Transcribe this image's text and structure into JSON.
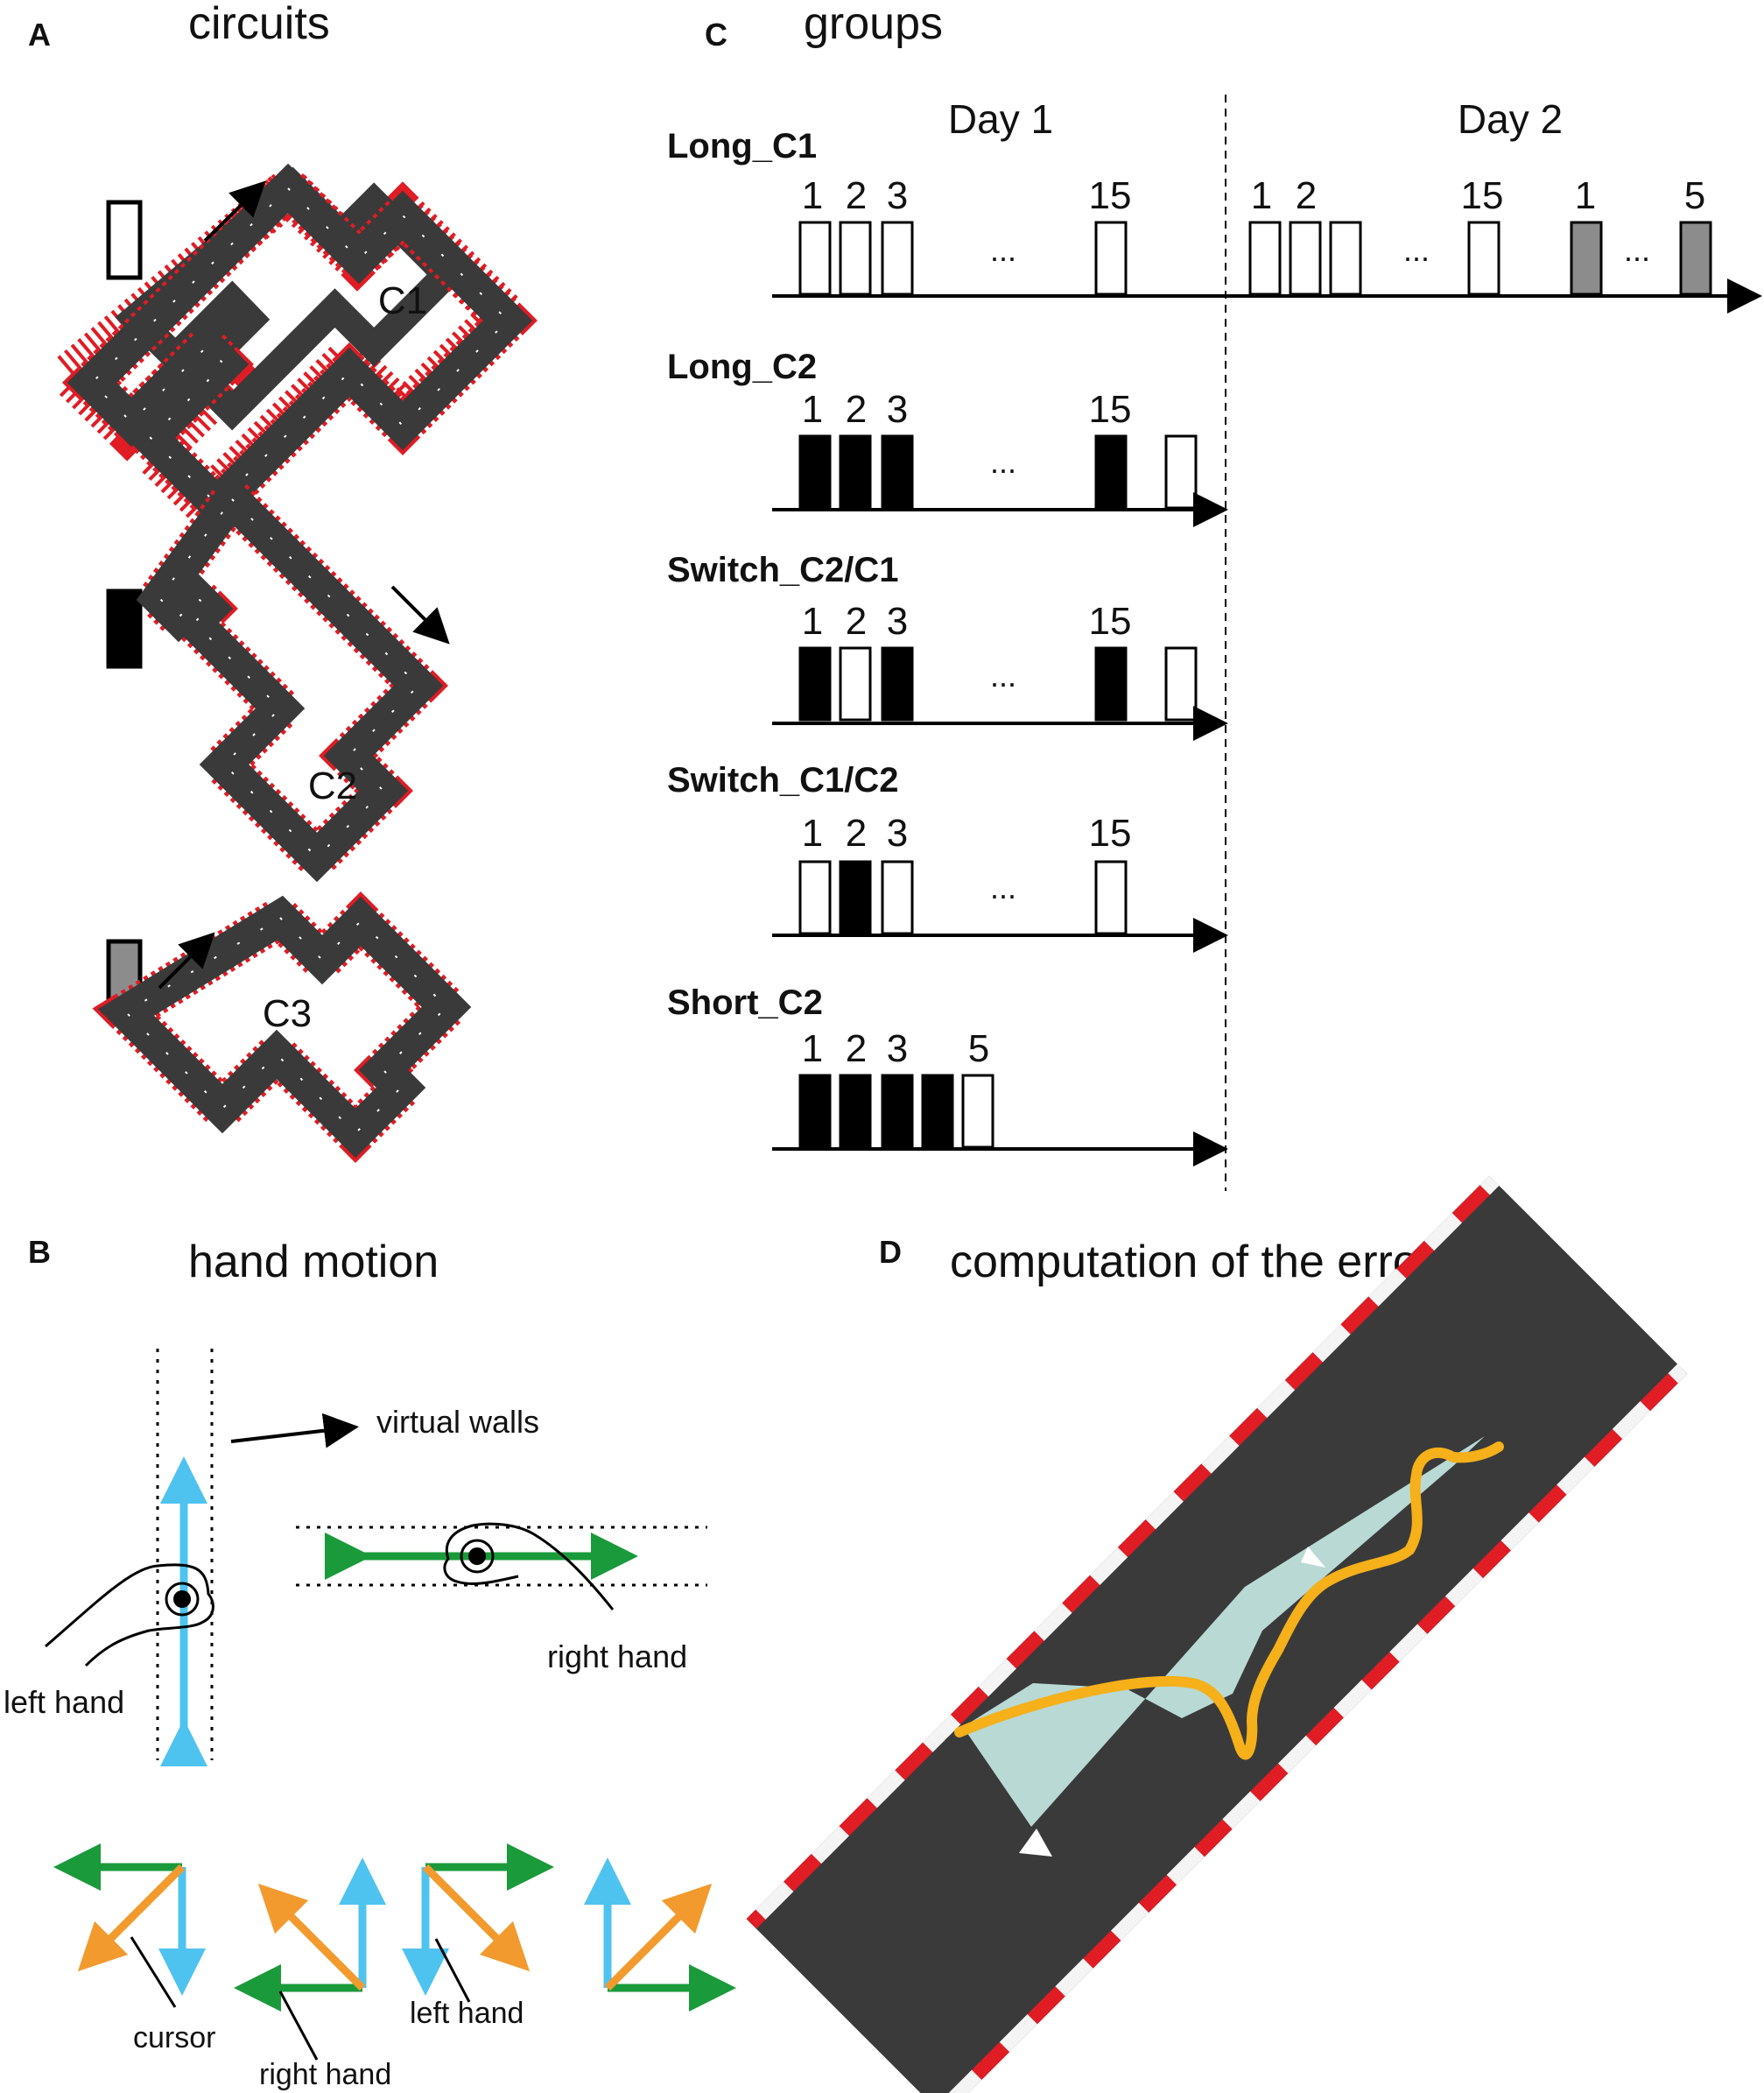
{
  "panels": {
    "A": {
      "letter": "A",
      "title": "circuits",
      "circuit_labels": [
        "C1",
        "C2",
        "C3"
      ]
    },
    "B": {
      "letter": "B",
      "title": "hand motion",
      "virtual_walls": "virtual walls",
      "left_hand": "left hand",
      "right_hand": "right hand",
      "cursor": "cursor",
      "left_hand_small": "left hand",
      "right_hand_small": "right hand"
    },
    "C": {
      "letter": "C",
      "title": "groups",
      "day1": "Day 1",
      "day2": "Day 2",
      "ellipsis": "...",
      "groups": [
        {
          "name": "Long_C1",
          "d1_labels": [
            "1",
            "2",
            "3",
            "15"
          ],
          "d2_labels": [
            "1",
            "2",
            "15",
            "1",
            "5"
          ]
        },
        {
          "name": "Long_C2",
          "d1_labels": [
            "1",
            "2",
            "3",
            "15"
          ]
        },
        {
          "name": "Switch_C2/C1",
          "d1_labels": [
            "1",
            "2",
            "3",
            "15"
          ]
        },
        {
          "name": "Switch_C1/C2",
          "d1_labels": [
            "1",
            "2",
            "3",
            "15"
          ]
        },
        {
          "name": "Short_C2",
          "d1_labels": [
            "1",
            "2",
            "3",
            "5"
          ]
        }
      ]
    },
    "D": {
      "letter": "D",
      "title": "computation of the error"
    }
  },
  "colors": {
    "track": "#3a3a3a",
    "border_red": "#e01c24",
    "cyan": "#4fc3f0",
    "green": "#1a9a3a",
    "orange": "#f29a2e",
    "gray_block": "#8c8c8c",
    "path_yellow": "#f5b01a",
    "error_area": "#b9d9d4"
  }
}
